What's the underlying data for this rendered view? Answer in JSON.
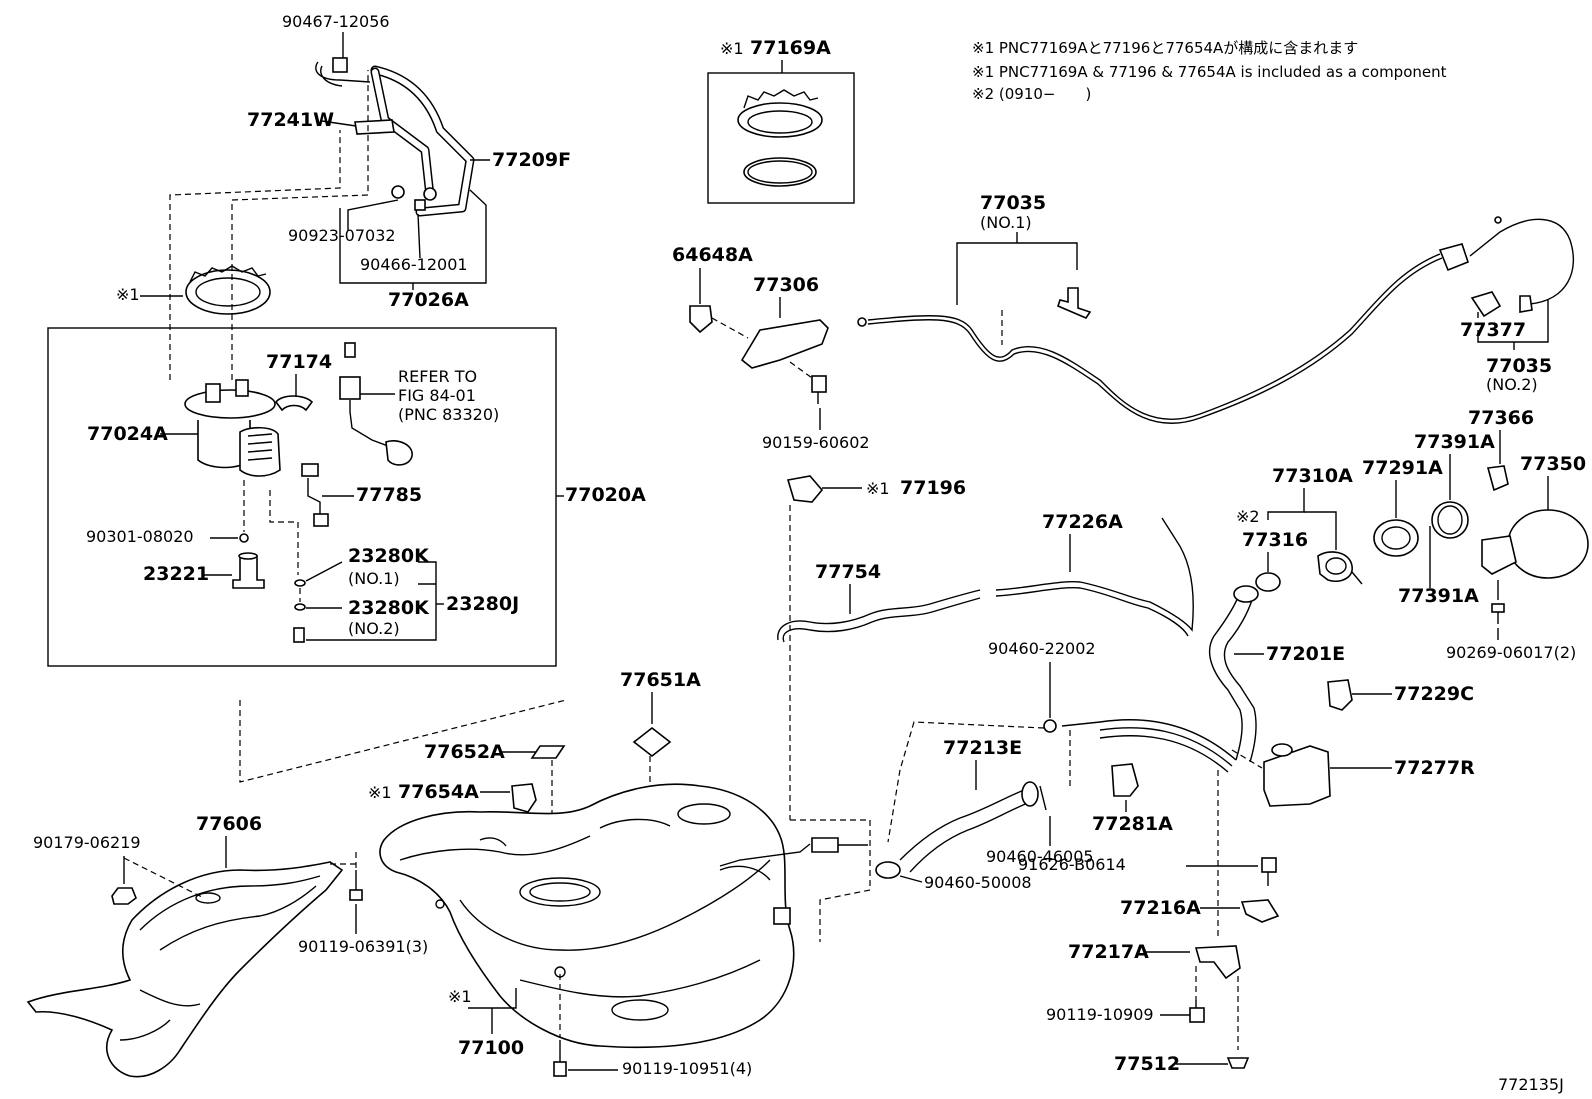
{
  "notes": {
    "line1": "※1 PNC77169Aと77196と77654Aが構成に含まれます",
    "line2": "※1 PNC77169A & 77196 & 77654A is included as a component",
    "line3": "※2 (0910−　　)"
  },
  "figure_id": "772135J",
  "mark1": "※1",
  "mark2": "※2",
  "refer": {
    "line1": "REFER TO",
    "line2": "FIG 84-01",
    "line3": "(PNC 83320)"
  },
  "parts": {
    "p90467_12056": "90467-12056",
    "p77241W": "77241W",
    "p77209F": "77209F",
    "p90923_07032": "90923-07032",
    "p90466_12001": "90466-12001",
    "p77026A": "77026A",
    "p77174": "77174",
    "p77024A": "77024A",
    "p77785": "77785",
    "p77020A": "77020A",
    "p90301_08020": "90301-08020",
    "p23280K_1": "23280K",
    "no1": "(NO.1)",
    "p23221": "23221",
    "p23280J": "23280J",
    "p23280K_2": "23280K",
    "no2": "(NO.2)",
    "p77169A": "77169A",
    "p64648A": "64648A",
    "p77306": "77306",
    "p90159_60602": "90159-60602",
    "p77196": "77196",
    "p77035_1": "77035",
    "p77035_1_no": "(NO.1)",
    "p77377": "77377",
    "p77035_2": "77035",
    "p77035_2_no": "(NO.2)",
    "p77366": "77366",
    "p77391A_top": "77391A",
    "p77350": "77350",
    "p77310A": "77310A",
    "p77291A": "77291A",
    "p77316": "77316",
    "p77391A_bot": "77391A",
    "p90269_06017": "90269-06017(2)",
    "p77226A": "77226A",
    "p77754": "77754",
    "p90460_22002": "90460-22002",
    "p77201E": "77201E",
    "p77229C": "77229C",
    "p77277R": "77277R",
    "p77213E": "77213E",
    "p77281A": "77281A",
    "p90460_46005": "90460-46005",
    "p90460_50008": "90460-50008",
    "p91626_B0614": "91626-B0614",
    "p77216A": "77216A",
    "p77217A": "77217A",
    "p90119_10909": "90119-10909",
    "p77512": "77512",
    "p77651A": "77651A",
    "p77652A": "77652A",
    "p77654A": "77654A",
    "p77606": "77606",
    "p90179_06219": "90179-06219",
    "p90119_06391": "90119-06391(3)",
    "p77100": "77100",
    "p90119_10951": "90119-10951(4)"
  }
}
